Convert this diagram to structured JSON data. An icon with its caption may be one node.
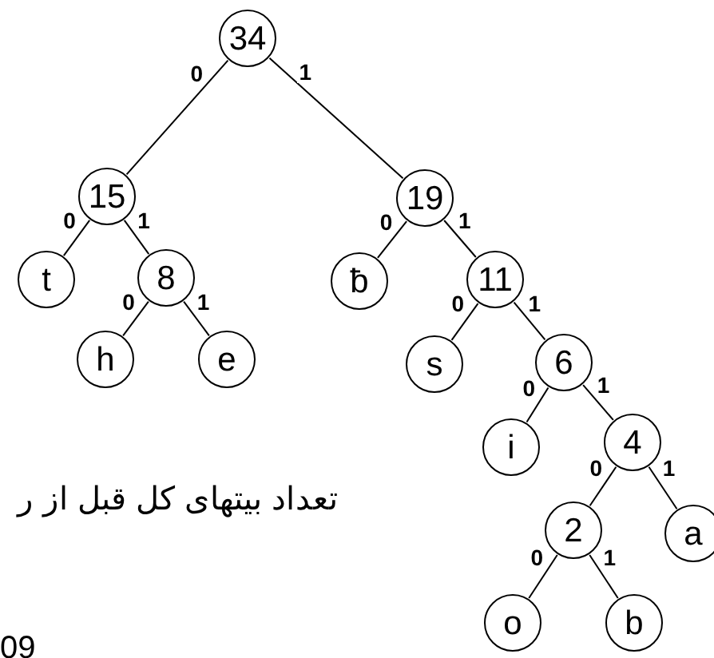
{
  "diagram": {
    "nodes": [
      {
        "text": [
          "34"
        ]
      },
      {
        "text": [
          "15"
        ]
      },
      {
        "text": [
          "19"
        ]
      },
      {
        "text": [
          "t"
        ]
      },
      {
        "text": [
          "8"
        ]
      },
      {
        "text": [
          "h"
        ]
      },
      {
        "text": [
          "e"
        ]
      },
      {
        "text": [
          "ƀ"
        ]
      },
      {
        "text": [
          "11"
        ]
      },
      {
        "text": [
          "s"
        ]
      },
      {
        "text": [
          "6"
        ]
      },
      {
        "text": [
          "i"
        ]
      },
      {
        "text": [
          "4"
        ]
      },
      {
        "text": [
          "2"
        ]
      },
      {
        "text": [
          "a"
        ]
      },
      {
        "text": [
          "o"
        ]
      },
      {
        "text": [
          "b"
        ]
      }
    ],
    "edges": [
      {
        "from": 0,
        "to": 1,
        "arrow": "none",
        "label": "0"
      },
      {
        "from": 0,
        "to": 2,
        "arrow": "none",
        "label": "1"
      },
      {
        "from": 1,
        "to": 3,
        "arrow": "none",
        "label": "0"
      },
      {
        "from": 1,
        "to": 4,
        "arrow": "none",
        "label": "1"
      },
      {
        "from": 4,
        "to": 5,
        "arrow": "none",
        "label": "0"
      },
      {
        "from": 4,
        "to": 6,
        "arrow": "none",
        "label": "1"
      },
      {
        "from": 2,
        "to": 7,
        "arrow": "none",
        "label": "0"
      },
      {
        "from": 2,
        "to": 8,
        "arrow": "none",
        "label": "1"
      },
      {
        "from": 8,
        "to": 9,
        "arrow": "none",
        "label": "0"
      },
      {
        "from": 8,
        "to": 10,
        "arrow": "none",
        "label": "1"
      },
      {
        "from": 10,
        "to": 11,
        "arrow": "none",
        "label": "0"
      },
      {
        "from": 10,
        "to": 12,
        "arrow": "none",
        "label": "1"
      },
      {
        "from": 12,
        "to": 13,
        "arrow": "none",
        "label": "0"
      },
      {
        "from": 12,
        "to": 14,
        "arrow": "none",
        "label": "1"
      },
      {
        "from": 13,
        "to": 15,
        "arrow": "none",
        "label": "0"
      },
      {
        "from": 13,
        "to": 16,
        "arrow": "none",
        "label": "1"
      }
    ],
    "labels": [
      "تعداد بیتهای کل قبل از ر",
      "09"
    ]
  }
}
